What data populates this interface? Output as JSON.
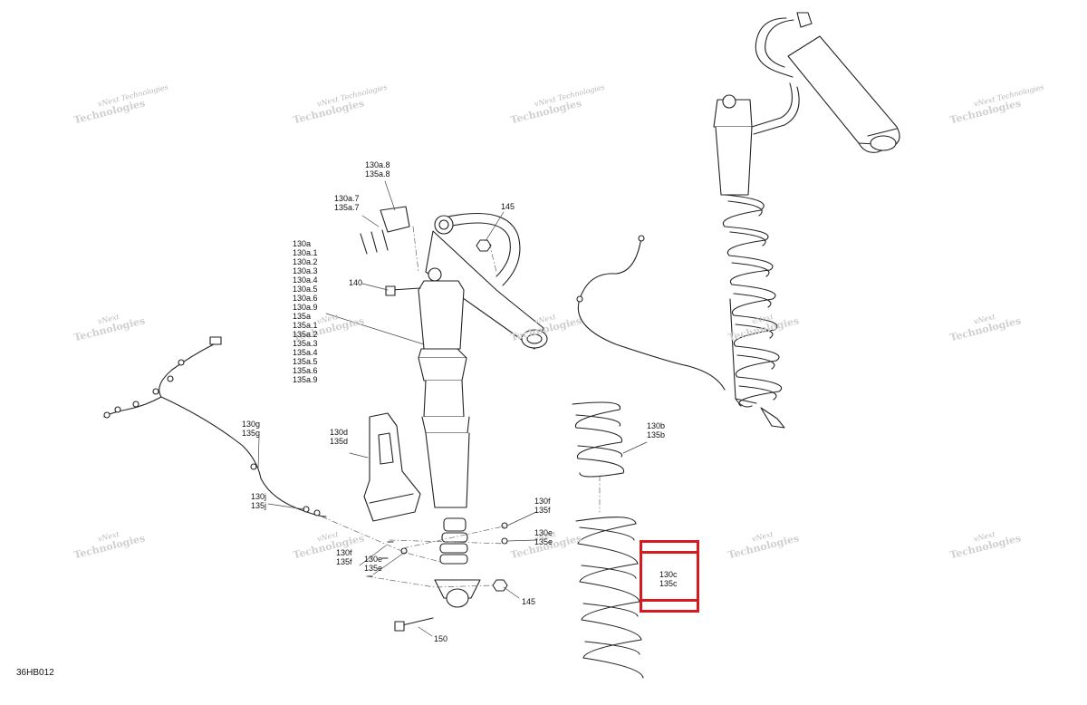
{
  "drawing_code": "36HB012",
  "watermark": {
    "line1": "vNext",
    "line2": "Technologies",
    "combined": "vNext Technologies"
  },
  "callouts": {
    "c130a8": [
      "130a.8",
      "135a.8"
    ],
    "c130a7": [
      "130a.7",
      "135a.7"
    ],
    "c145_top": [
      "145"
    ],
    "c140": [
      "140"
    ],
    "c130a_list": [
      "130a",
      "130a.1",
      "130a.2",
      "130a.3",
      "130a.4",
      "130a.5",
      "130a.6",
      "130a.9",
      "135a",
      "135a.1",
      "135a.2",
      "135a.3",
      "135a.4",
      "135a.5",
      "135a.6",
      "135a.9"
    ],
    "c130g": [
      "130g",
      "135g"
    ],
    "c130d": [
      "130d",
      "135d"
    ],
    "c130j": [
      "130j",
      "135j"
    ],
    "c130f_right": [
      "130f",
      "135f"
    ],
    "c130e_right": [
      "130e",
      "135e"
    ],
    "c130f_left": [
      "130f",
      "135f"
    ],
    "c130e_left": [
      "130e",
      "135e"
    ],
    "c145_bottom": [
      "145"
    ],
    "c150": [
      "150"
    ],
    "c130b": [
      "130b",
      "135b"
    ],
    "c130c": [
      "130c",
      "135c"
    ]
  },
  "highlight": {
    "color": "#d71920",
    "target": "130c / 135c"
  }
}
